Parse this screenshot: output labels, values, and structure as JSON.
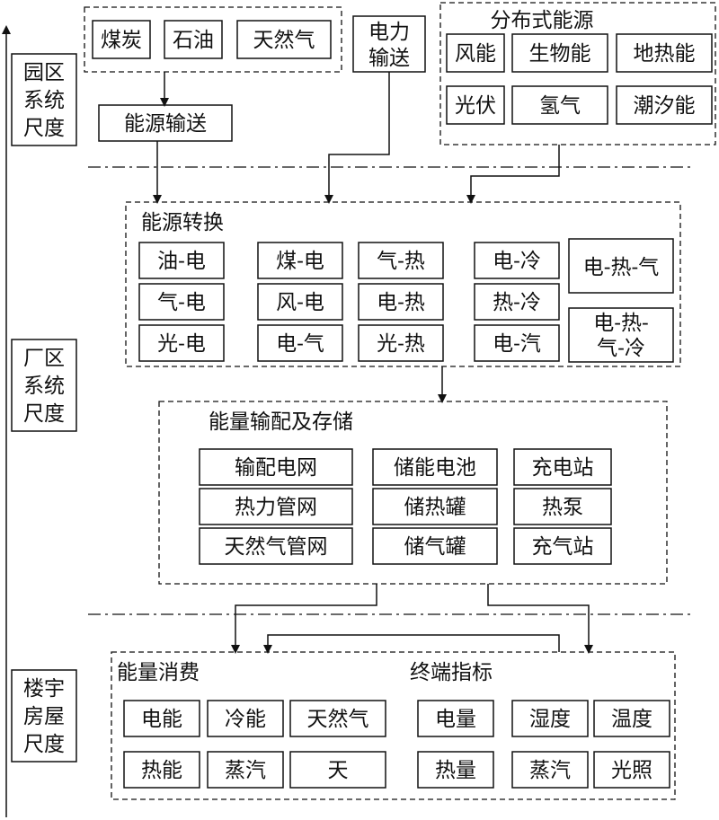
{
  "scales": {
    "park": [
      "园区",
      "系统",
      "尺度"
    ],
    "plant": [
      "厂区",
      "系统",
      "尺度"
    ],
    "building": [
      "楼宇",
      "房屋",
      "尺度"
    ]
  },
  "fuels": [
    "煤炭",
    "石油",
    "天然气"
  ],
  "power_transmission": [
    "电力",
    "输送"
  ],
  "distributed": {
    "title": "分布式能源",
    "items": [
      "风能",
      "生物能",
      "地热能",
      "光伏",
      "氢气",
      "潮汐能"
    ]
  },
  "energy_transport": "能源输送",
  "conversion": {
    "title": "能源转换",
    "items": [
      "油-电",
      "气-电",
      "光-电",
      "煤-电",
      "风-电",
      "电-气",
      "气-热",
      "电-热",
      "光-热",
      "电-冷",
      "热-冷",
      "电-汽"
    ],
    "combo1": "电-热-气",
    "combo2": [
      "电-热-",
      "气-冷"
    ]
  },
  "distribution": {
    "title": "能量输配及存储",
    "items": [
      "输配电网",
      "热力管网",
      "天然气管网",
      "储能电池",
      "储热罐",
      "储气罐",
      "充电站",
      "热泵",
      "充气站"
    ]
  },
  "consumption": {
    "title": "能量消费",
    "items": [
      "电能",
      "冷能",
      "天然气",
      "热能",
      "蒸汽",
      "天"
    ]
  },
  "terminal": {
    "title": "终端指标",
    "items": [
      "电量",
      "湿度",
      "温度",
      "热量",
      "蒸汽",
      "光照"
    ]
  }
}
